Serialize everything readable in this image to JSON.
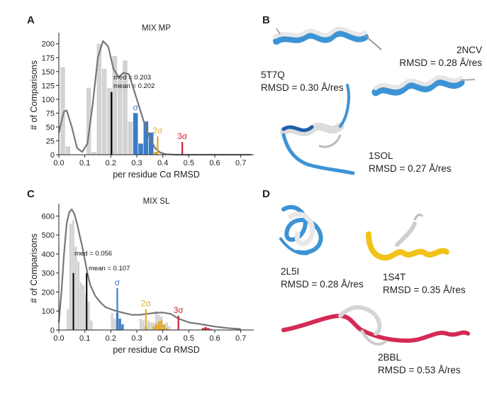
{
  "panels": {
    "A": "A",
    "B": "B",
    "C": "C",
    "D": "D"
  },
  "chart_data": [
    {
      "id": "A",
      "type": "bar",
      "title": "MIX MP",
      "xlabel": "per residue Cα RMSD",
      "ylabel": "# of Comparisons",
      "xlim": [
        0.0,
        0.75
      ],
      "ylim": [
        0,
        215
      ],
      "xticks": [
        "0.0",
        "0.1",
        "0.2",
        "0.3",
        "0.4",
        "0.5",
        "0.6",
        "0.7"
      ],
      "yticks": [
        "0",
        "25",
        "50",
        "75",
        "100",
        "125",
        "150",
        "175",
        "200"
      ],
      "bins_gray": {
        "x": [
          0.015,
          0.035,
          0.115,
          0.135,
          0.155,
          0.175,
          0.195,
          0.215,
          0.235,
          0.255,
          0.275
        ],
        "values": [
          158,
          15,
          120,
          5,
          200,
          155,
          120,
          178,
          135,
          170,
          60
        ]
      },
      "bins_blue": {
        "x": [
          0.295,
          0.315,
          0.335,
          0.355
        ],
        "values": [
          75,
          20,
          60,
          40
        ]
      },
      "bins_gold": {
        "x": [
          0.375
        ],
        "values": [
          5
        ]
      },
      "kde": {
        "x": [
          0.0,
          0.01,
          0.02,
          0.03,
          0.05,
          0.07,
          0.09,
          0.11,
          0.13,
          0.15,
          0.17,
          0.19,
          0.21,
          0.23,
          0.25,
          0.27,
          0.29,
          0.31,
          0.33,
          0.35,
          0.37,
          0.39,
          0.41,
          0.45,
          0.5,
          0.55,
          0.6,
          0.65,
          0.7,
          0.74
        ],
        "y": [
          40,
          60,
          78,
          80,
          50,
          12,
          5,
          20,
          90,
          175,
          205,
          195,
          155,
          140,
          148,
          145,
          115,
          85,
          55,
          30,
          12,
          4,
          1,
          0,
          0,
          0,
          0,
          0,
          0,
          0
        ]
      },
      "median_line": {
        "x": 0.203,
        "height": 113
      },
      "mean_line": {
        "x": 0.202,
        "height": 113
      },
      "median_text": "med = 0.203",
      "mean_text": "mean = 0.202",
      "sigma_lines": [
        {
          "label": "σ",
          "x": 0.295,
          "height": 75,
          "color": "#3a7cc7"
        },
        {
          "label": "2σ",
          "x": 0.38,
          "height": 33,
          "color": "#e0a82e"
        },
        {
          "label": "3σ",
          "x": 0.475,
          "height": 23,
          "color": "#cc2233"
        }
      ]
    },
    {
      "id": "C",
      "type": "bar",
      "title": "MIX SL",
      "xlabel": "per residue Cα RMSD",
      "ylabel": "# of Comparisons",
      "xlim": [
        0.0,
        0.75
      ],
      "ylim": [
        0,
        650
      ],
      "xticks": [
        "0.0",
        "0.1",
        "0.2",
        "0.3",
        "0.4",
        "0.5",
        "0.6",
        "0.7"
      ],
      "yticks": [
        "0",
        "100",
        "200",
        "300",
        "400",
        "500",
        "600"
      ],
      "bins_gray": {
        "x": [
          0.035,
          0.045,
          0.055,
          0.065,
          0.075,
          0.085,
          0.095,
          0.105,
          0.115,
          0.125,
          0.135,
          0.145,
          0.155,
          0.165,
          0.175,
          0.185,
          0.195,
          0.205,
          0.215,
          0.315,
          0.325,
          0.345,
          0.355,
          0.365,
          0.375,
          0.385,
          0.395,
          0.405,
          0.415,
          0.425
        ],
        "values": [
          110,
          560,
          580,
          440,
          360,
          250,
          235,
          185,
          150,
          50,
          0,
          0,
          0,
          0,
          0,
          0,
          0,
          90,
          60,
          60,
          50,
          50,
          40,
          40,
          100,
          80,
          70,
          30,
          40,
          20
        ]
      },
      "bins_blue": {
        "x": [
          0.225,
          0.235,
          0.245
        ],
        "values": [
          90,
          60,
          30
        ]
      },
      "bins_gold": {
        "x": [
          0.335,
          0.365,
          0.375,
          0.385,
          0.395,
          0.405,
          0.415
        ],
        "values": [
          20,
          20,
          30,
          45,
          50,
          30,
          10
        ]
      },
      "bins_red": {
        "x": [
          0.555,
          0.565,
          0.575,
          0.585
        ],
        "values": [
          10,
          15,
          10,
          5
        ]
      },
      "kde": {
        "x": [
          0.0,
          0.01,
          0.02,
          0.03,
          0.04,
          0.05,
          0.06,
          0.07,
          0.08,
          0.09,
          0.1,
          0.11,
          0.12,
          0.14,
          0.16,
          0.18,
          0.2,
          0.22,
          0.25,
          0.28,
          0.31,
          0.34,
          0.37,
          0.4,
          0.43,
          0.46,
          0.5,
          0.55,
          0.6,
          0.65,
          0.7
        ],
        "y": [
          40,
          200,
          400,
          560,
          620,
          635,
          610,
          560,
          500,
          440,
          370,
          300,
          240,
          180,
          145,
          120,
          110,
          100,
          90,
          80,
          80,
          85,
          90,
          92,
          85,
          60,
          40,
          30,
          18,
          10,
          5
        ]
      },
      "median_line": {
        "x": 0.056,
        "height": 300
      },
      "mean_line": {
        "x": 0.107,
        "height": 300
      },
      "median_text": "med = 0.056",
      "mean_text": "mean = 0.107",
      "sigma_lines": [
        {
          "label": "σ",
          "x": 0.225,
          "height": 220,
          "color": "#3a7cc7"
        },
        {
          "label": "2σ",
          "x": 0.335,
          "height": 110,
          "color": "#e0a82e"
        },
        {
          "label": "3σ",
          "x": 0.46,
          "height": 75,
          "color": "#cc2233"
        }
      ]
    }
  ],
  "structures": [
    {
      "id": "5T7Q",
      "rmsd": "RMSD = 0.30 Å/res"
    },
    {
      "id": "2NCV",
      "rmsd": "RMSD = 0.28 Å/res"
    },
    {
      "id": "1SOL",
      "rmsd": "RMSD = 0.27 Å/res"
    },
    {
      "id": "2L5I",
      "rmsd": "RMSD = 0.28 Å/res"
    },
    {
      "id": "1S4T",
      "rmsd": "RMSD = 0.35 Å/res"
    },
    {
      "id": "2BBL",
      "rmsd": "RMSD = 0.53 Å/res"
    }
  ],
  "colors": {
    "gray": "#d3d3d3",
    "blue": "#3a7cc7",
    "gold": "#e0a82e",
    "red": "#cc2233",
    "kde": "#777777",
    "ribbon_white": "#eeeeee",
    "ribbon_blue": "#3c93d6",
    "ribbon_gold": "#f2c21a",
    "ribbon_red": "#d42a55"
  }
}
